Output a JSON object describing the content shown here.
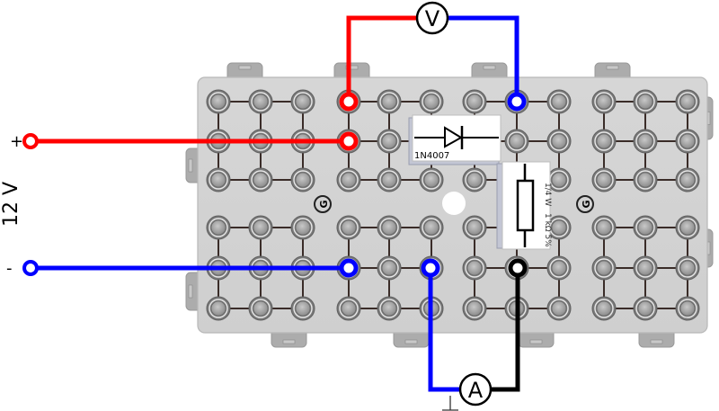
{
  "diagram": {
    "type": "circuit-breadboard",
    "source": {
      "label": "12 V",
      "plus_label": "+",
      "minus_label": "-"
    },
    "meters": {
      "voltmeter_label": "V",
      "ammeter_label": "A"
    },
    "ground_symbol": "⊥",
    "components": {
      "diode": {
        "label": "1N4007",
        "symbol": "diode"
      },
      "resistor": {
        "power_label": "1/4 W",
        "value_label": "1 kΩ  5%",
        "symbol": "resistor"
      }
    },
    "board": {
      "logo_glyph": "G",
      "socket_columns_per_block": 3,
      "socket_rows_per_block": 3,
      "blocks": 8
    },
    "wires": {
      "positive": "red",
      "negative": "blue",
      "meter_return": "black"
    },
    "colors": {
      "red": "#ff0000",
      "blue": "#0000ff",
      "black": "#000000",
      "board": "#d3d3d3",
      "tab": "#acacac",
      "socket_ring": "#7a7a7a",
      "link": "#3a2c28"
    }
  }
}
